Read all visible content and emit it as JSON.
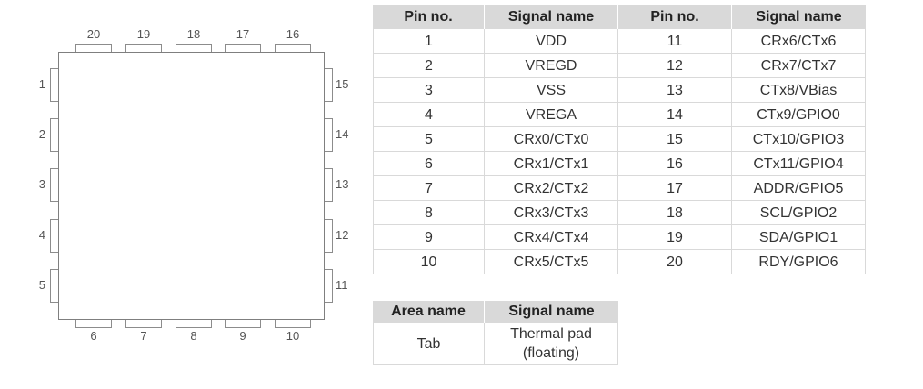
{
  "diagram": {
    "left_pins": [
      "1",
      "2",
      "3",
      "4",
      "5"
    ],
    "bottom_pins": [
      "6",
      "7",
      "8",
      "9",
      "10"
    ],
    "right_pins": [
      "15",
      "14",
      "13",
      "12",
      "11"
    ],
    "top_pins": [
      "20",
      "19",
      "18",
      "17",
      "16"
    ]
  },
  "pin_table": {
    "headers": [
      "Pin no.",
      "Signal name",
      "Pin no.",
      "Signal name"
    ],
    "rows": [
      [
        "1",
        "VDD",
        "11",
        "CRx6/CTx6"
      ],
      [
        "2",
        "VREGD",
        "12",
        "CRx7/CTx7"
      ],
      [
        "3",
        "VSS",
        "13",
        "CTx8/VBias"
      ],
      [
        "4",
        "VREGA",
        "14",
        "CTx9/GPIO0"
      ],
      [
        "5",
        "CRx0/CTx0",
        "15",
        "CTx10/GPIO3"
      ],
      [
        "6",
        "CRx1/CTx1",
        "16",
        "CTx11/GPIO4"
      ],
      [
        "7",
        "CRx2/CTx2",
        "17",
        "ADDR/GPIO5"
      ],
      [
        "8",
        "CRx3/CTx3",
        "18",
        "SCL/GPIO2"
      ],
      [
        "9",
        "CRx4/CTx4",
        "19",
        "SDA/GPIO1"
      ],
      [
        "10",
        "CRx5/CTx5",
        "20",
        "RDY/GPIO6"
      ]
    ]
  },
  "area_table": {
    "headers": [
      "Area name",
      "Signal name"
    ],
    "rows": [
      [
        "Tab",
        "Thermal pad (floating)"
      ]
    ]
  },
  "colors": {
    "header_background": "#d9d9d9",
    "table_border": "#d9d9d9",
    "table_text": "#333333",
    "chip_outline": "#7f7f7f",
    "pin_outline": "#8c8c8c",
    "pin_label_text": "#555555"
  }
}
